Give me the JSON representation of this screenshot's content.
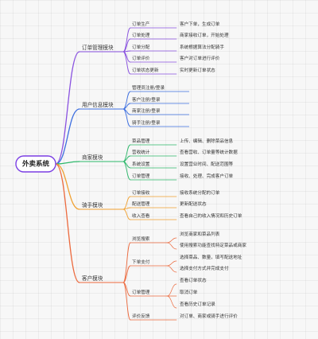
{
  "root": {
    "label": "外卖系统",
    "color": "#7b3fe4"
  },
  "branches": [
    {
      "label": "订单管理模块",
      "color": "#8a52e0",
      "children": [
        {
          "label": "订单生产",
          "children": [
            "客户下单，生成订单"
          ]
        },
        {
          "label": "订单处理",
          "children": [
            "商家接收订单，开始处理"
          ]
        },
        {
          "label": "订单分配",
          "children": [
            "系统根据算法分配骑手"
          ]
        },
        {
          "label": "订单评价",
          "children": [
            "客户对订单进行评价"
          ]
        },
        {
          "label": "订单状态更新",
          "children": [
            "实时更新订单状态"
          ]
        }
      ]
    },
    {
      "label": "用户信息模块",
      "color": "#3d6fe0",
      "children": [
        {
          "label": "管理员注册/登录",
          "children": []
        },
        {
          "label": "客户注册/登录",
          "children": []
        },
        {
          "label": "商家注册/登录",
          "children": []
        },
        {
          "label": "骑手注册/登录",
          "children": []
        }
      ]
    },
    {
      "label": "商家模块",
      "color": "#2eb86b",
      "children": [
        {
          "label": "菜品管理",
          "children": [
            "上传、编辑、删除菜品信息"
          ]
        },
        {
          "label": "营收统计",
          "children": [
            "查看营收、订单量等统计数据"
          ]
        },
        {
          "label": "系统设置",
          "children": [
            "设置营业时间、配送范围等"
          ]
        },
        {
          "label": "订单管理",
          "children": [
            "接收、处理、完成客户订单"
          ]
        }
      ]
    },
    {
      "label": "骑手模块",
      "color": "#f0a030",
      "children": [
        {
          "label": "订单接收",
          "children": [
            "接收系统分配的订单"
          ]
        },
        {
          "label": "配送管理",
          "children": [
            "更新配送状态"
          ]
        },
        {
          "label": "收入查看",
          "children": [
            "查看自己的收入情况和历史订单"
          ]
        }
      ]
    },
    {
      "label": "客户模块",
      "color": "#ec6a3e",
      "children": [
        {
          "label": "浏览搜索",
          "children": [
            "浏览商家和菜品列表",
            "使用搜索功能查找特定菜品或商家"
          ]
        },
        {
          "label": "下单支付",
          "children": [
            "选择菜品、数量，填写配送地址",
            "选择支付方式并完成支付"
          ]
        },
        {
          "label": "订单管理",
          "children": [
            "查看订单状态",
            "取消订单",
            "查看历史订单记录"
          ]
        },
        {
          "label": "评价反馈",
          "children": [
            "对订单、商家或骑手进行评价"
          ]
        }
      ]
    }
  ]
}
